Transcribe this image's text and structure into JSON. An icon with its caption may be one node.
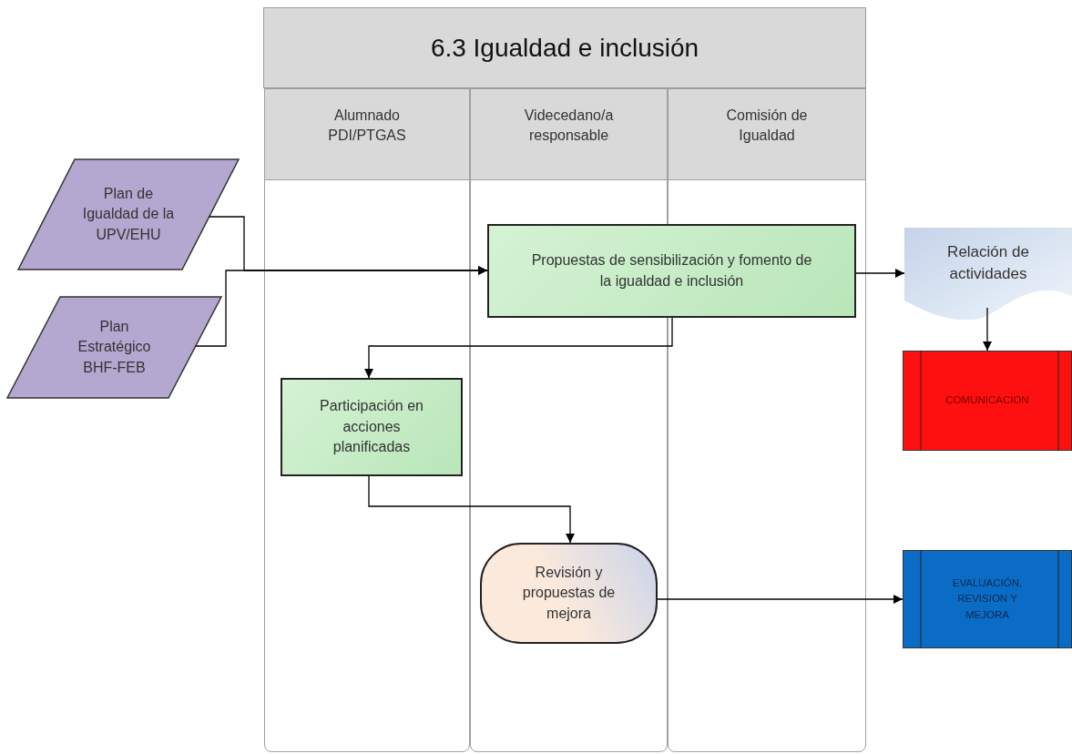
{
  "diagram": {
    "nodes": [
      {
        "text": [
          "6.3 Igualdad e inclusión"
        ]
      },
      {
        "text": [
          "Alumnado PDI/PTGAS"
        ]
      },
      {
        "text": [
          "Videcedano/a responsable"
        ]
      },
      {
        "text": [
          "Comisión de Igualdad"
        ]
      },
      {
        "text": [
          "Plan de Igualdad de la UPV/EHU"
        ]
      },
      {
        "text": [
          "Plan Estratégico BHF-FEB"
        ]
      },
      {
        "text": [
          "Propuestas de sensibilización y fomento de la igualdad e inclusión"
        ]
      },
      {
        "text": [
          "Relación de actividades"
        ]
      },
      {
        "text": [
          "COMUNICACION"
        ]
      },
      {
        "text": [
          "Participación en acciones planificadas"
        ]
      },
      {
        "text": [
          "Revisión y propuestas de mejora"
        ]
      },
      {
        "text": [
          "EVALUACIÓN, REVISION Y MEJORA"
        ]
      }
    ],
    "edges": [
      {
        "from": 4,
        "to": 6,
        "arrow": "to"
      },
      {
        "from": 5,
        "to": 6,
        "arrow": "to"
      },
      {
        "from": 6,
        "to": 7,
        "arrow": "to"
      },
      {
        "from": 7,
        "to": 8,
        "arrow": "to"
      },
      {
        "from": 6,
        "to": 9,
        "arrow": "to"
      },
      {
        "from": 9,
        "to": 10,
        "arrow": "to"
      },
      {
        "from": 10,
        "to": 11,
        "arrow": "to"
      }
    ]
  }
}
